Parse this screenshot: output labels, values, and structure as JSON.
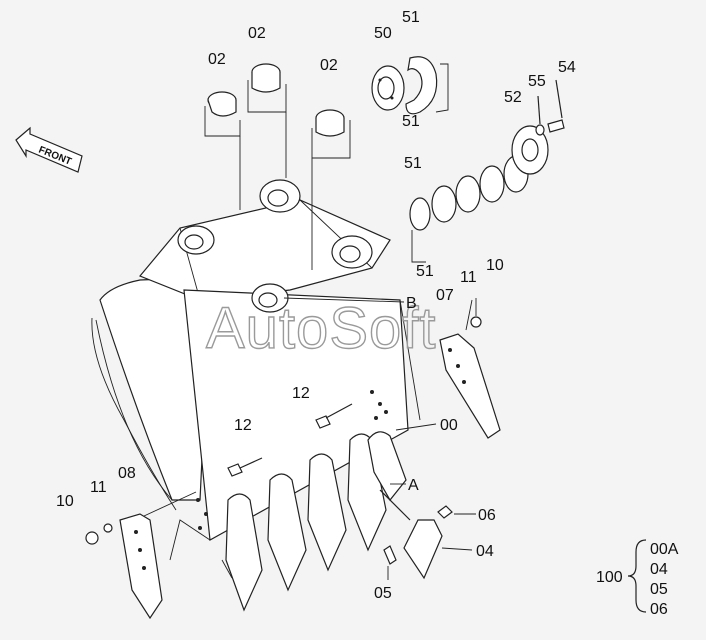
{
  "watermark": "AutoSoft",
  "front_label": "FRONT",
  "labels": {
    "l02a": "02",
    "l02b": "02",
    "l02c": "02",
    "l50": "50",
    "l51a": "51",
    "l51b": "51",
    "l51c": "51",
    "l51d": "51",
    "l52": "52",
    "l55": "55",
    "l54": "54",
    "l11a": "11",
    "l10a": "10",
    "l07": "07",
    "lB": "B",
    "l12a": "12",
    "l12b": "12",
    "l00": "00",
    "lA": "A",
    "l10b": "10",
    "l11b": "11",
    "l08": "08",
    "l06": "06",
    "l04": "04",
    "l05": "05"
  },
  "kit": {
    "number": "100",
    "items": [
      "00A",
      "04",
      "05",
      "06"
    ]
  }
}
